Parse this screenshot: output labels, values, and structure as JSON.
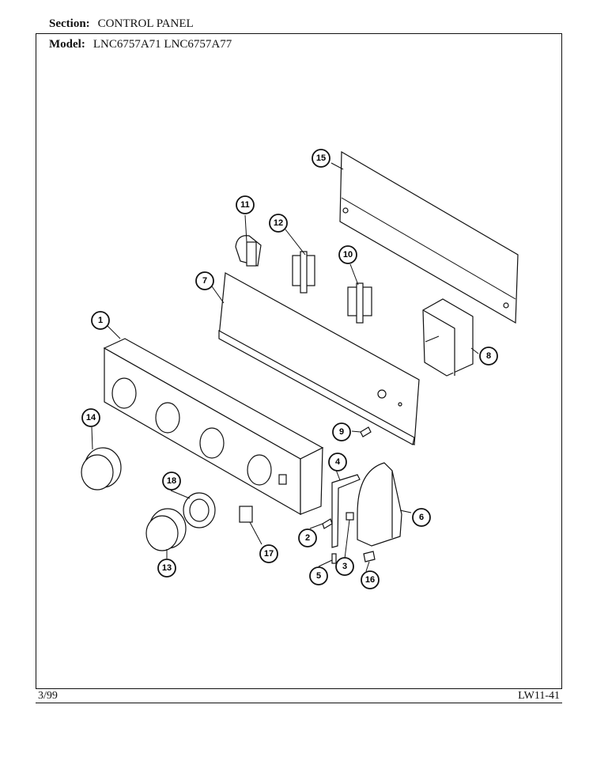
{
  "header": {
    "section_label": "Section:",
    "section_value": "CONTROL PANEL",
    "model_label": "Model:",
    "model_value": "LNC6757A71 LNC6757A77"
  },
  "footer": {
    "date": "3/99",
    "page_id": "LW11-41"
  },
  "callouts": [
    "1",
    "2",
    "3",
    "4",
    "5",
    "6",
    "7",
    "8",
    "9",
    "10",
    "11",
    "12",
    "13",
    "14",
    "15",
    "16",
    "17",
    "18"
  ]
}
